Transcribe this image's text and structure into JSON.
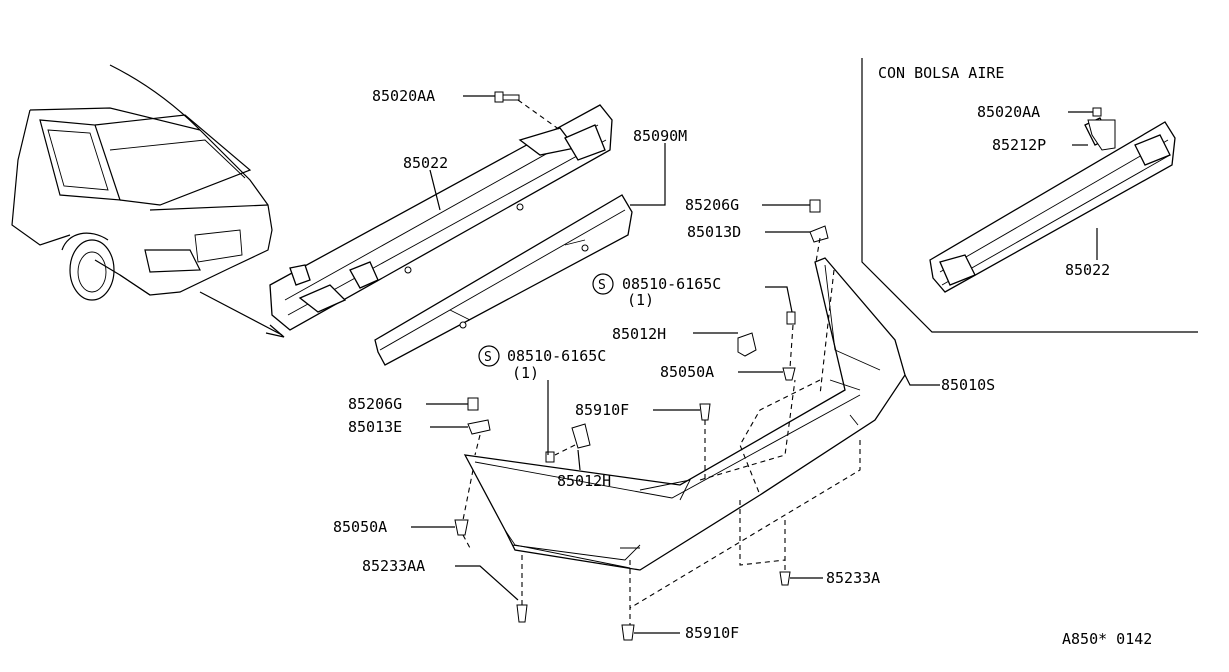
{
  "inset": {
    "title": "CON BOLSA AIRE"
  },
  "labels": {
    "p85020AA_main": "85020AA",
    "p85022_main": "85022",
    "p85090M": "85090M",
    "p85206G_right": "85206G",
    "p85013D": "85013D",
    "s_code_right": "08510-6165C",
    "s_qty_right": "(1)",
    "p85012H_top": "85012H",
    "s_code_left": "08510-6165C",
    "s_qty_left": "(1)",
    "p85050A_right": "85050A",
    "p85010S": "85010S",
    "p85206G_left": "85206G",
    "p85013E": "85013E",
    "p85910F_mid": "85910F",
    "p85012H_bottom": "85012H",
    "p85050A_left": "85050A",
    "p85233AA": "85233AA",
    "p85233A": "85233A",
    "p85910F_bottom": "85910F",
    "p85020AA_inset": "85020AA",
    "p85212P": "85212P",
    "p85022_inset": "85022",
    "s_symbol": "S"
  },
  "footer": {
    "code": "A850* 0142"
  }
}
